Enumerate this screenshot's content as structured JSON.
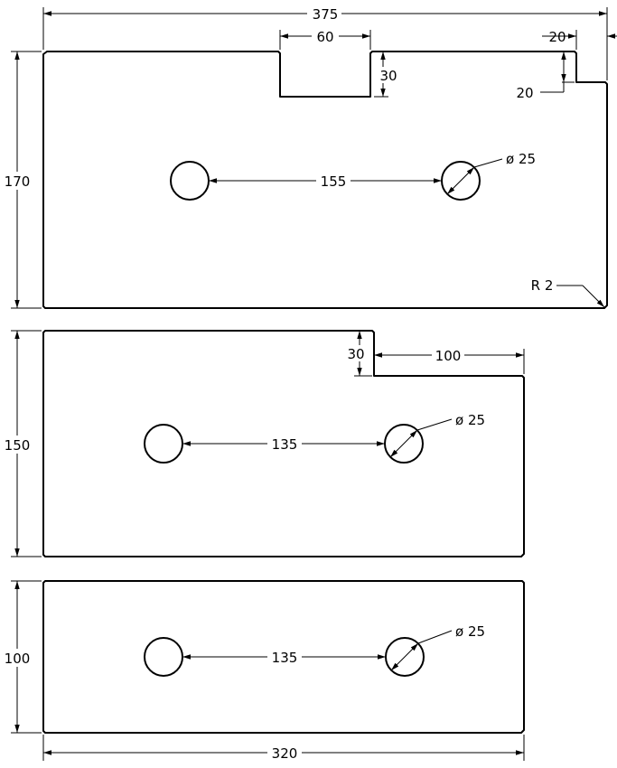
{
  "drawing": {
    "plate_top": {
      "overall_width": "375",
      "height": "170",
      "notch_width": "60",
      "notch_depth": "30",
      "corner_step_width": "20",
      "corner_step_depth": "20",
      "hole_spacing": "155",
      "hole_diameter": "ø 25",
      "corner_radius": "R 2"
    },
    "plate_middle": {
      "height": "150",
      "step_depth": "30",
      "step_width": "100",
      "hole_spacing": "135",
      "hole_diameter": "ø 25"
    },
    "plate_bottom": {
      "height": "100",
      "width": "320",
      "hole_spacing": "135",
      "hole_diameter": "ø 25"
    }
  }
}
